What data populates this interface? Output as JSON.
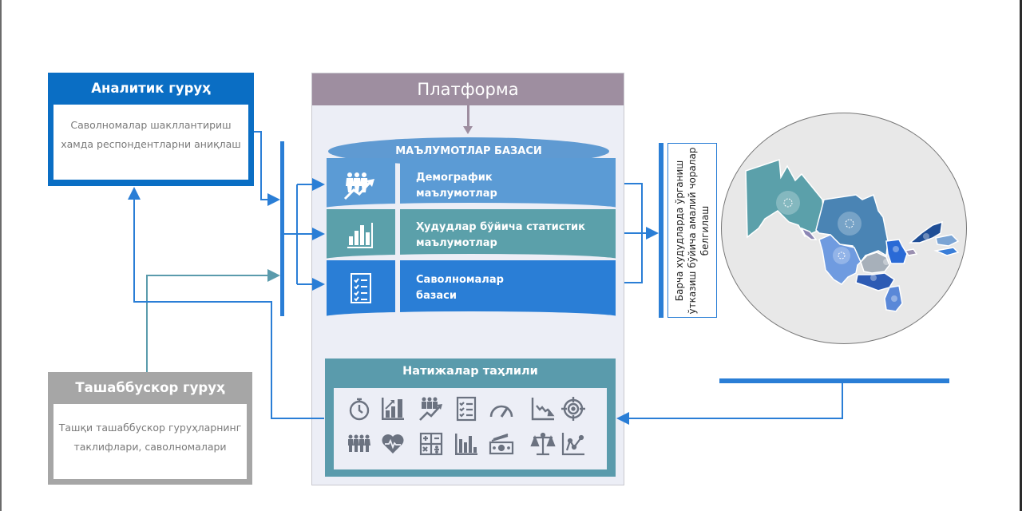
{
  "analytic_group": {
    "title": "Аналитик гуруҳ",
    "description_line1": "Саволномалар шакллантириш",
    "description_line2": "хамда респондентларни аниқлаш"
  },
  "initiative_group": {
    "title": "Ташаббускор гуруҳ",
    "description_line1": "Ташқи ташаббускор гуруҳларнинг",
    "description_line2": "таклифлари, саволномалари"
  },
  "platform": {
    "title": "Платформа",
    "database": {
      "title": "МАЪЛУМОТЛАР БАЗАСИ",
      "sections": [
        {
          "icon": "people-growth-icon",
          "line1": "Демографик",
          "line2": "маълумотлар"
        },
        {
          "icon": "bar-chart-icon",
          "line1": "Ҳудудлар бўйича статистик",
          "line2": "маълумотлар"
        },
        {
          "icon": "checklist-icon",
          "line1": "Саволномалар",
          "line2": "базаси"
        }
      ]
    },
    "results": {
      "title": "Натижалар таҳлили",
      "icons": [
        "stopwatch-icon",
        "bar-growth-icon",
        "people-growth-icon",
        "checklist-icon",
        "speedometer-icon",
        "line-decline-icon",
        "target-icon",
        "people-icon",
        "heart-pulse-icon",
        "calculator-icon",
        "bar-chart-icon",
        "money-icon",
        "scales-icon",
        "line-chart-icon"
      ]
    }
  },
  "actions": {
    "line1": "Барча худудларда ўрганиш",
    "line2": "ўтказиш бўйича амалий чоралар",
    "line3": "белгилаш"
  },
  "map": {
    "label": "uzbekistan-regions-map"
  },
  "colors": {
    "analytic": "#0a6ec4",
    "initiative": "#a6a6a6",
    "platform_header": "#9e8ea0",
    "db_demographic": "#5b9bd5",
    "db_statistics": "#5ba0aa",
    "db_questionnaires": "#2a7ed6",
    "results": "#5a9bac",
    "connector": "#2a7ed6",
    "connector_teal": "#5a9bac"
  }
}
